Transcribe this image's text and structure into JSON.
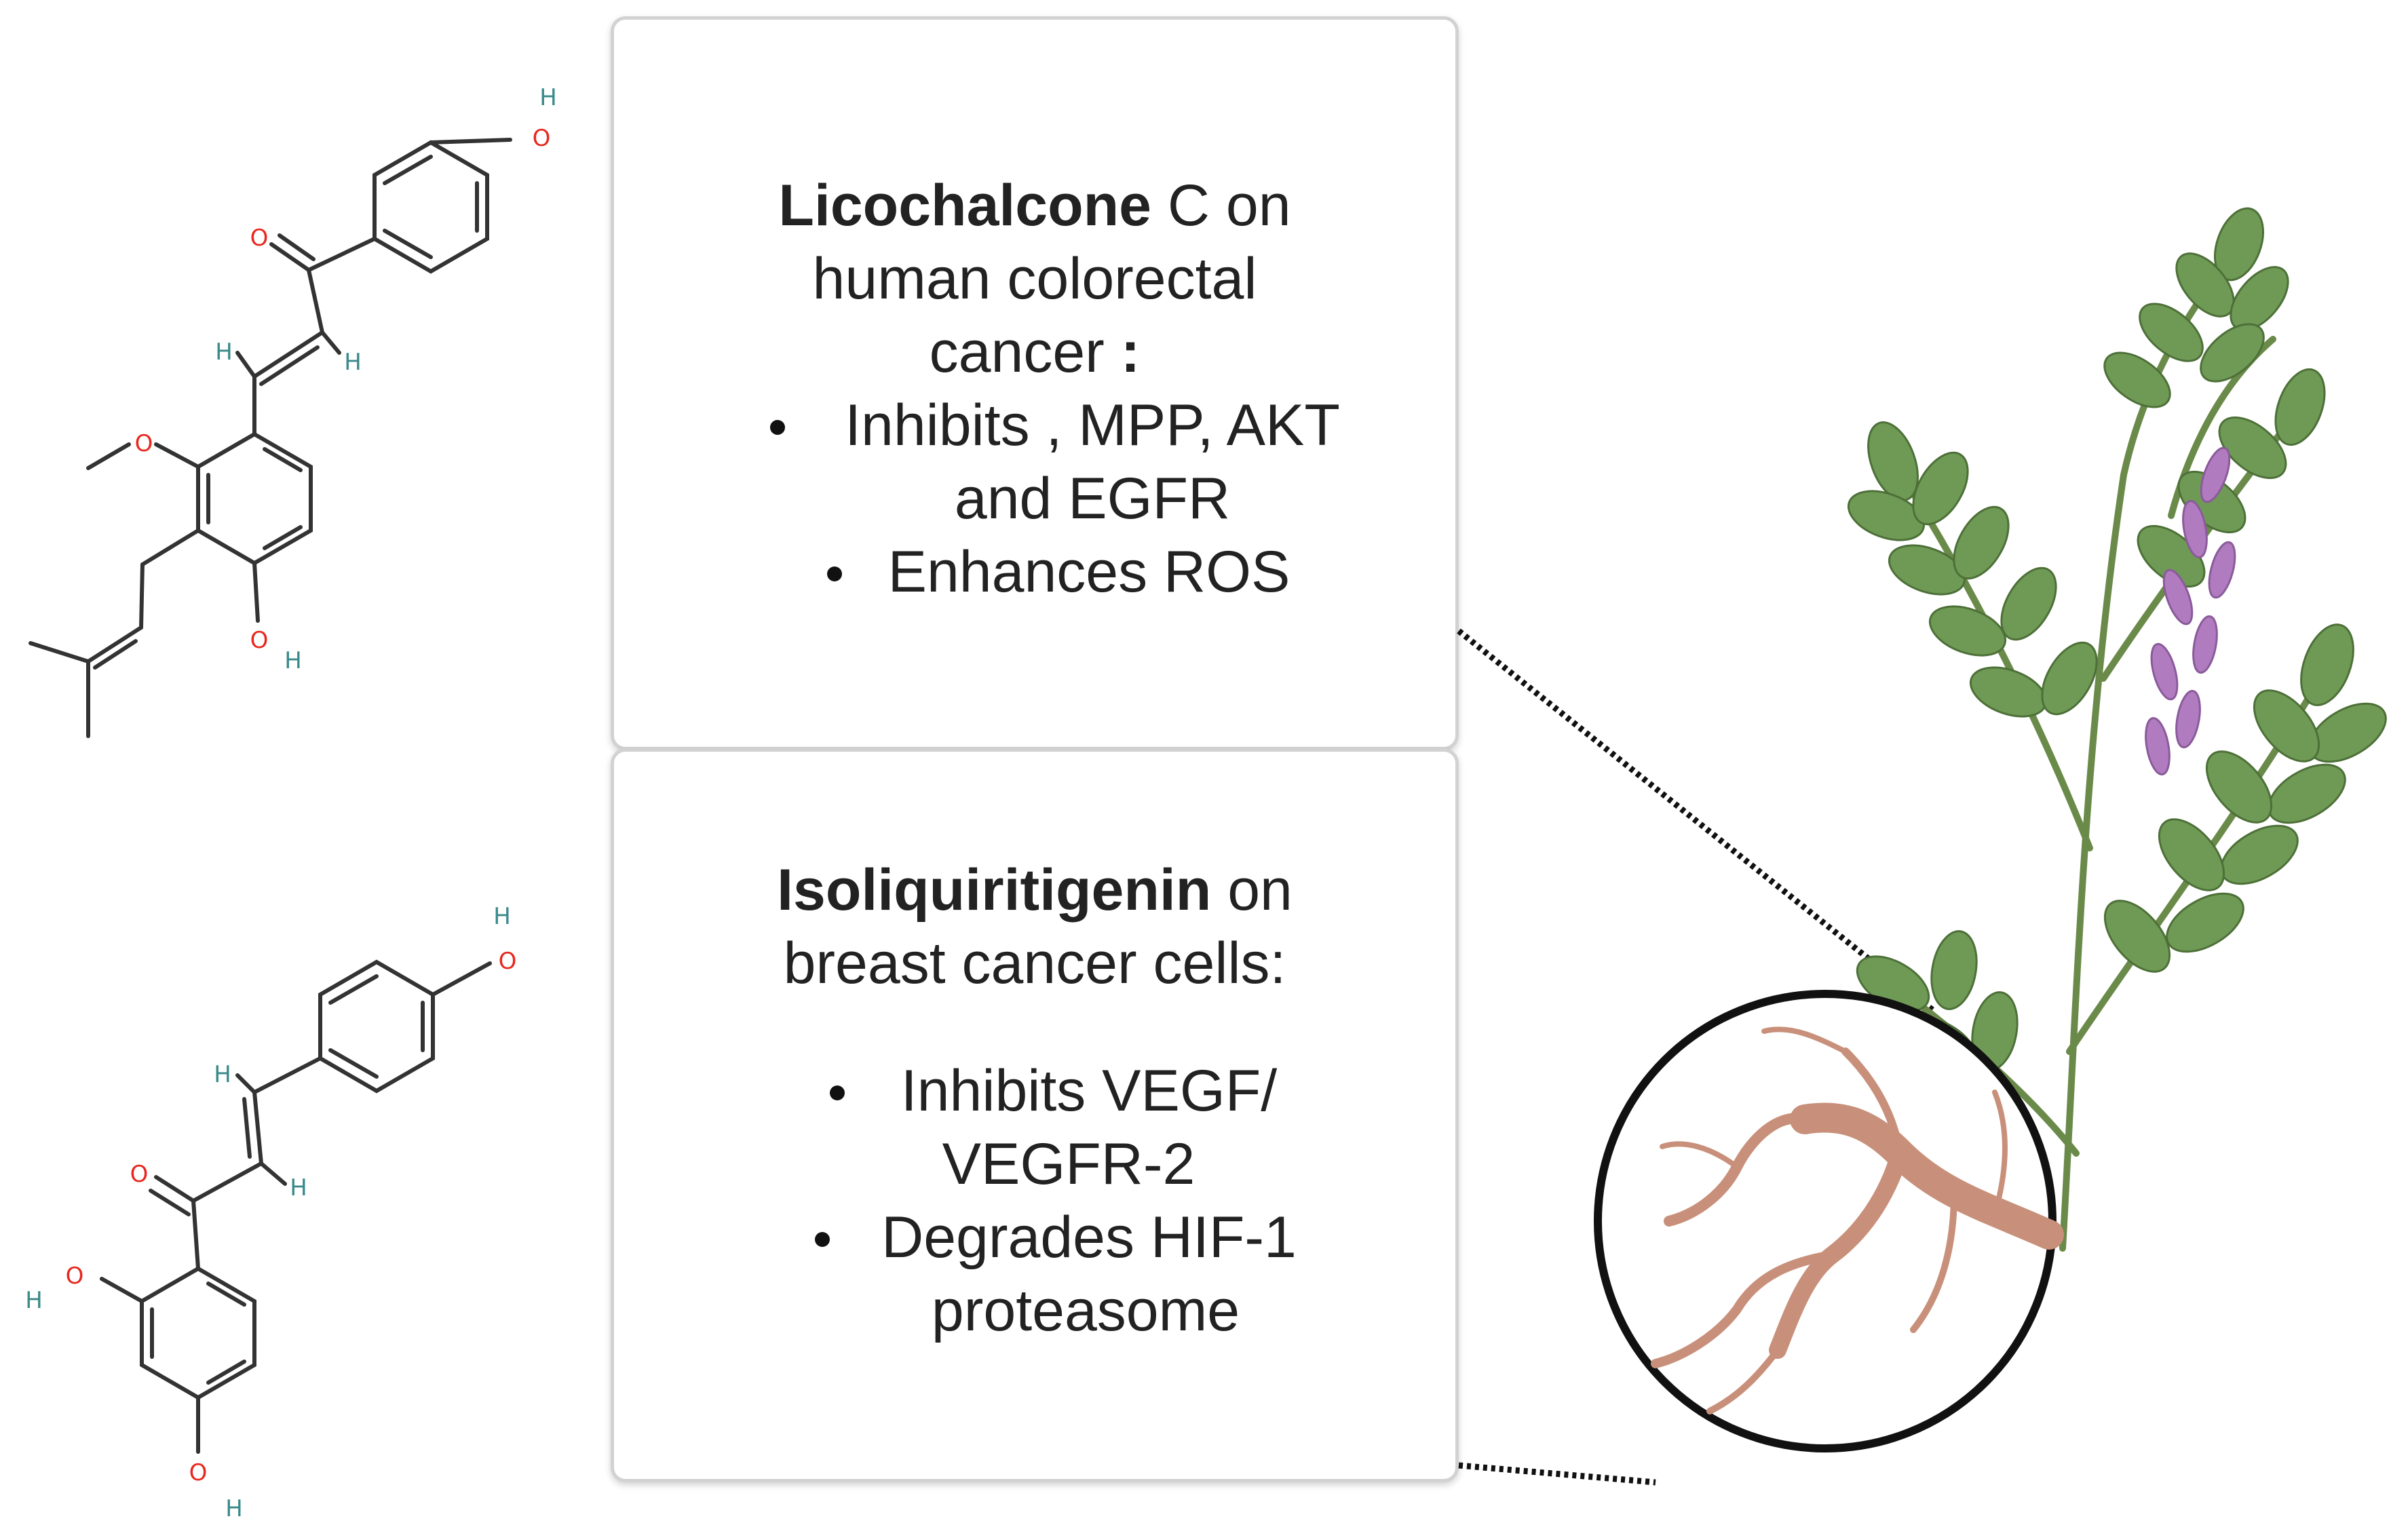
{
  "box_top": {
    "compound": "Licochalcone",
    "title_rest_line1": " C on",
    "title_line2": "human colorectal",
    "title_line3_text": "cancer ",
    "title_line3_bold": ":",
    "bullets": [
      {
        "line1": "Inhibits , MPP, AKT",
        "line2": "and EGFR"
      },
      {
        "line1": "Enhances ROS",
        "line2": ""
      }
    ]
  },
  "box_bottom": {
    "compound": "Isoliquiritigenin",
    "title_rest_line1": " on",
    "title_line2": "breast cancer cells:",
    "bullets": [
      {
        "line1": "Inhibits VEGF/",
        "line2": "VEGFR-2"
      },
      {
        "line1": "Degrades HIF-1",
        "line2": "proteasome"
      }
    ]
  },
  "molecule_labels": {
    "oxygen": "O",
    "hydrogen": "H"
  },
  "colors": {
    "bond": "#333333",
    "oxygen": "#e8281e",
    "hydrogen": "#3a8a8a",
    "leaf": "#6f9a55",
    "flower": "#b07cbf",
    "root": "#c8907a"
  }
}
